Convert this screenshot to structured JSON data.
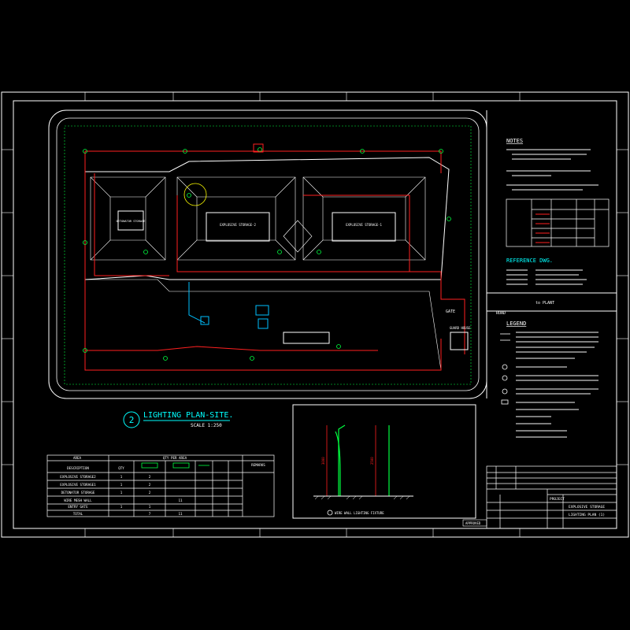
{
  "drawing": {
    "title": "LIGHTING PLAN-SITE.",
    "scale": "SCALE 1:250",
    "callout_number": "2"
  },
  "buildings": {
    "storage_a": "EXPLOSIVE STORAGE-2",
    "storage_b": "EXPLOSIVE STORAGE-1",
    "storage_c": "DETONATOR STORAGE",
    "gate": "GATE",
    "guard_house": "GUARD HOUSE"
  },
  "site_labels": {
    "road": "ROAD",
    "to_plant": "to PLANT"
  },
  "notes": {
    "heading": "NOTES",
    "items": [
      "1. EXACT LOCATION OF LIGHTING FIXTURES AND CONDUIT MAY BE VARIED SLIGHTLY FROM THE DRAWING TO AVOID INTERFERENCES AND OBSTRUCTION IN THE FIELD.",
      "2. THIS IS CONDUIT SIZE AND AS FOLLOWS UNLESS OTHERWISE SPECIFIED.",
      "3. ILLUMINATION LEVEL SHALL BE ACCORDING TO THE CONTRACT OF ELEVATION SHALL BE MEASURED AFTER THE INSTALLATION."
    ]
  },
  "reference": {
    "heading": "REFERENCE DWG."
  },
  "legend": {
    "heading": "LEGEND"
  },
  "quantity_table": {
    "header_area": "AREA",
    "header_qty_area": "QTY PER AREA",
    "header_description": "DESCRIPTION",
    "header_qty": "QTY",
    "header_remarks": "REMARKS",
    "rows": [
      {
        "desc": "EXPLOSIVE STORAGE2",
        "qty": "1",
        "a": "2",
        "b": ""
      },
      {
        "desc": "EXPLOSIVE STORAGE1",
        "qty": "1",
        "a": "2",
        "b": ""
      },
      {
        "desc": "DETONATOR STORAGE",
        "qty": "1",
        "a": "2",
        "b": ""
      },
      {
        "desc": "WIRE MESH WALL",
        "qty": "",
        "a": "",
        "b": "11"
      },
      {
        "desc": "ENTRY GATE",
        "qty": "1",
        "a": "1",
        "b": ""
      },
      {
        "desc": "TOTAL",
        "qty": "",
        "a": "7",
        "b": "11"
      }
    ]
  },
  "detail": {
    "caption": "WIRE WALL LIGHTING FIXTURE",
    "dim_a": "3000",
    "dim_b": "2500"
  },
  "title_block": {
    "project_label": "PROJECT",
    "project": "EXPLOSIVE STORAGE",
    "drawing_title": "LIGHTING PLAN (1)",
    "approved": "APPROVED"
  },
  "colors": {
    "background": "#000000",
    "frame": "#ffffff",
    "wall": "#00c0ff",
    "circuit": "#ff2020",
    "fixture": "#00ff40",
    "text": "#ffffff",
    "title": "#00ffff"
  }
}
